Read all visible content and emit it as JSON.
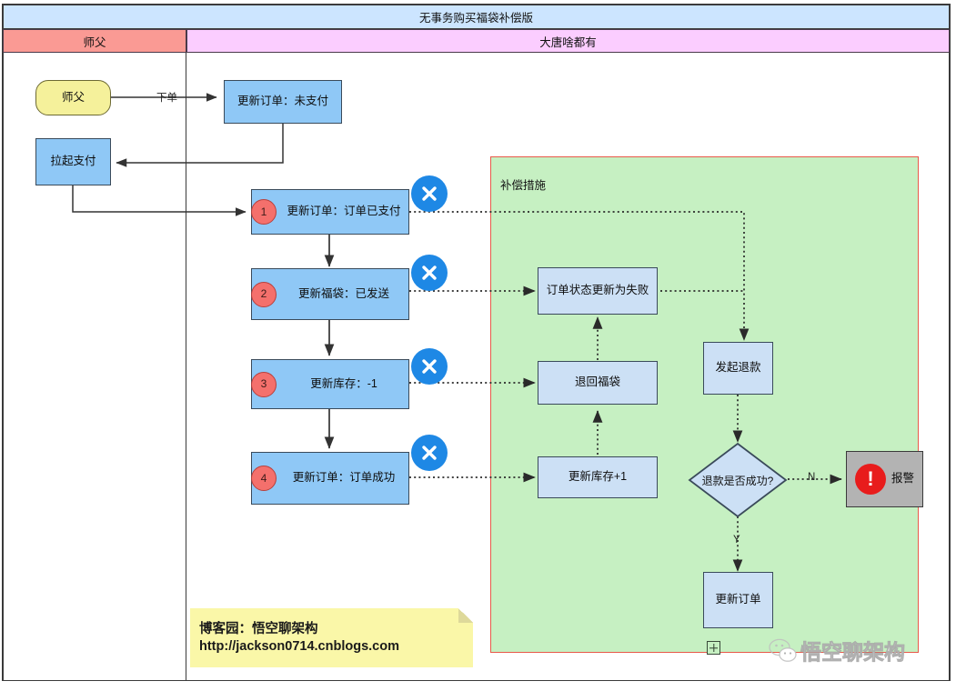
{
  "diagram": {
    "title": "无事务购买福袋补偿版",
    "lanes": [
      {
        "name": "师父",
        "color": "#FA9A94"
      },
      {
        "name": "大唐啥都有",
        "color": "#FBCDFF"
      }
    ],
    "group": {
      "label": "补偿措施",
      "fill": "#C6F0C2",
      "border": "#E8594A",
      "collapse_icon": "plus-box-icon"
    },
    "nodes": {
      "start": {
        "label": "师父",
        "type": "start",
        "fill": "#F5F19B"
      },
      "order_unpaid": {
        "label": "更新订单：未支付",
        "type": "process",
        "fill": "#8FC8F6"
      },
      "invoke_pay": {
        "label": "拉起支付",
        "type": "process",
        "fill": "#8FC8F6"
      },
      "step1": {
        "badge": "1",
        "label": "更新订单：订单已支付",
        "type": "process",
        "error": "x-error-icon"
      },
      "step2": {
        "badge": "2",
        "label": "更新福袋：已发送",
        "type": "process",
        "error": "x-error-icon"
      },
      "step3": {
        "badge": "3",
        "label": "更新库存：-1",
        "type": "process",
        "error": "x-error-icon"
      },
      "step4": {
        "badge": "4",
        "label": "更新订单：订单成功",
        "type": "process",
        "error": "x-error-icon"
      },
      "comp_fail": {
        "label": "订单状态更新为失败",
        "type": "compensation",
        "fill": "#CCE0F5"
      },
      "comp_return": {
        "label": "退回福袋",
        "type": "compensation",
        "fill": "#CCE0F5"
      },
      "comp_stock": {
        "label": "更新库存+1",
        "type": "compensation",
        "fill": "#CCE0F5"
      },
      "refund": {
        "label": "发起退款",
        "type": "compensation",
        "fill": "#CCE0F5"
      },
      "decision": {
        "label": "退款是否成功?",
        "type": "decision",
        "fill": "#CCE0F5"
      },
      "alert": {
        "label": "报警",
        "type": "alert",
        "fill": "#B3B3B3",
        "icon": "exclamation-icon"
      },
      "update_order": {
        "label": "更新订单",
        "type": "compensation",
        "fill": "#CCE0F5"
      }
    },
    "edge_labels": {
      "place_order": "下单",
      "decision_no": "N",
      "decision_yes": "Y"
    },
    "note": {
      "line1": "博客园：悟空聊架构",
      "line2": "http://jackson0714.cnblogs.com",
      "fill": "#FAF7A8"
    },
    "watermark": {
      "text": "悟空聊架构"
    }
  }
}
